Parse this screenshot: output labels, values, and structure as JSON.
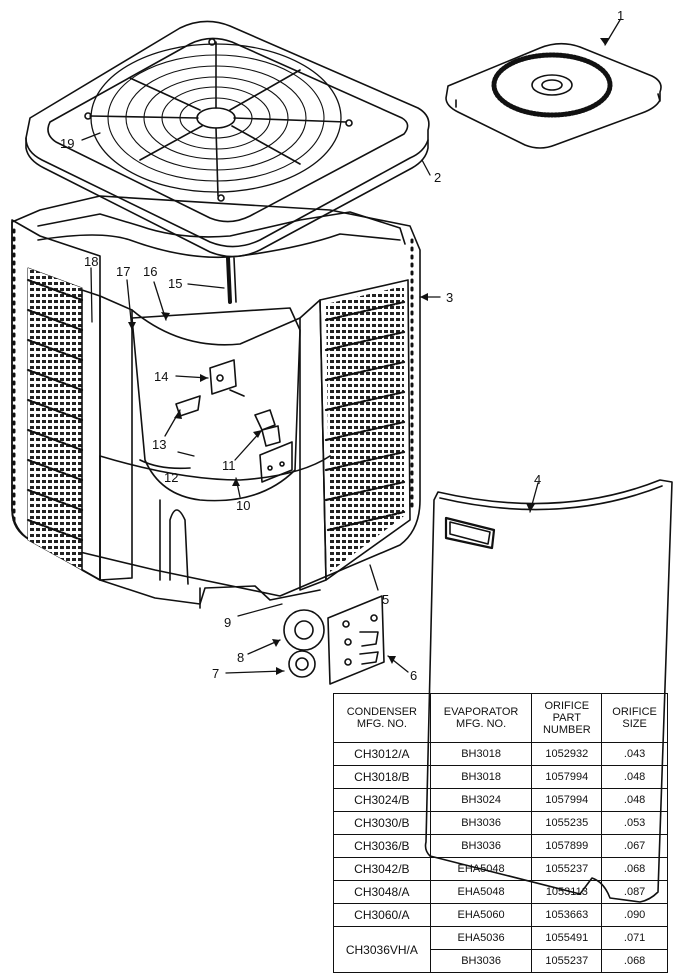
{
  "callouts": [
    {
      "id": "c1",
      "text": "1"
    },
    {
      "id": "c2",
      "text": "2"
    },
    {
      "id": "c3",
      "text": "3"
    },
    {
      "id": "c4",
      "text": "4"
    },
    {
      "id": "c5",
      "text": "5"
    },
    {
      "id": "c6",
      "text": "6"
    },
    {
      "id": "c7",
      "text": "7"
    },
    {
      "id": "c8",
      "text": "8"
    },
    {
      "id": "c9",
      "text": "9"
    },
    {
      "id": "c10",
      "text": "10"
    },
    {
      "id": "c11",
      "text": "11"
    },
    {
      "id": "c12",
      "text": "12"
    },
    {
      "id": "c13",
      "text": "13"
    },
    {
      "id": "c14",
      "text": "14"
    },
    {
      "id": "c15",
      "text": "15"
    },
    {
      "id": "c16",
      "text": "16"
    },
    {
      "id": "c17",
      "text": "17"
    },
    {
      "id": "c18",
      "text": "18"
    },
    {
      "id": "c19",
      "text": "19"
    }
  ],
  "table": {
    "headers": [
      "CONDENSER\nMFG. NO.",
      "EVAPORATOR\nMFG. NO.",
      "ORIFICE\nPART\nNUMBER",
      "ORIFICE\nSIZE"
    ],
    "rows": [
      {
        "condenser": "CH3012/A",
        "evaporator": "BH3018",
        "part": "1052932",
        "size": ".043"
      },
      {
        "condenser": "CH3018/B",
        "evaporator": "BH3018",
        "part": "1057994",
        "size": ".048"
      },
      {
        "condenser": "CH3024/B",
        "evaporator": "BH3024",
        "part": "1057994",
        "size": ".048"
      },
      {
        "condenser": "CH3030/B",
        "evaporator": "BH3036",
        "part": "1055235",
        "size": ".053"
      },
      {
        "condenser": "CH3036/B",
        "evaporator": "BH3036",
        "part": "1057899",
        "size": ".067"
      },
      {
        "condenser": "CH3042/B",
        "evaporator": "EHA5048",
        "part": "1055237",
        "size": ".068"
      },
      {
        "condenser": "CH3048/A",
        "evaporator": "EHA5048",
        "part": "1053113",
        "size": ".087"
      },
      {
        "condenser": "CH3060/A",
        "evaporator": "EHA5060",
        "part": "1053663",
        "size": ".090"
      }
    ],
    "merged_row": {
      "condenser": "CH3036VH/A",
      "sub": [
        {
          "evaporator": "EHA5036",
          "part": "1055491",
          "size": ".071"
        },
        {
          "evaporator": "BH3036",
          "part": "1055237",
          "size": ".068"
        }
      ]
    }
  }
}
